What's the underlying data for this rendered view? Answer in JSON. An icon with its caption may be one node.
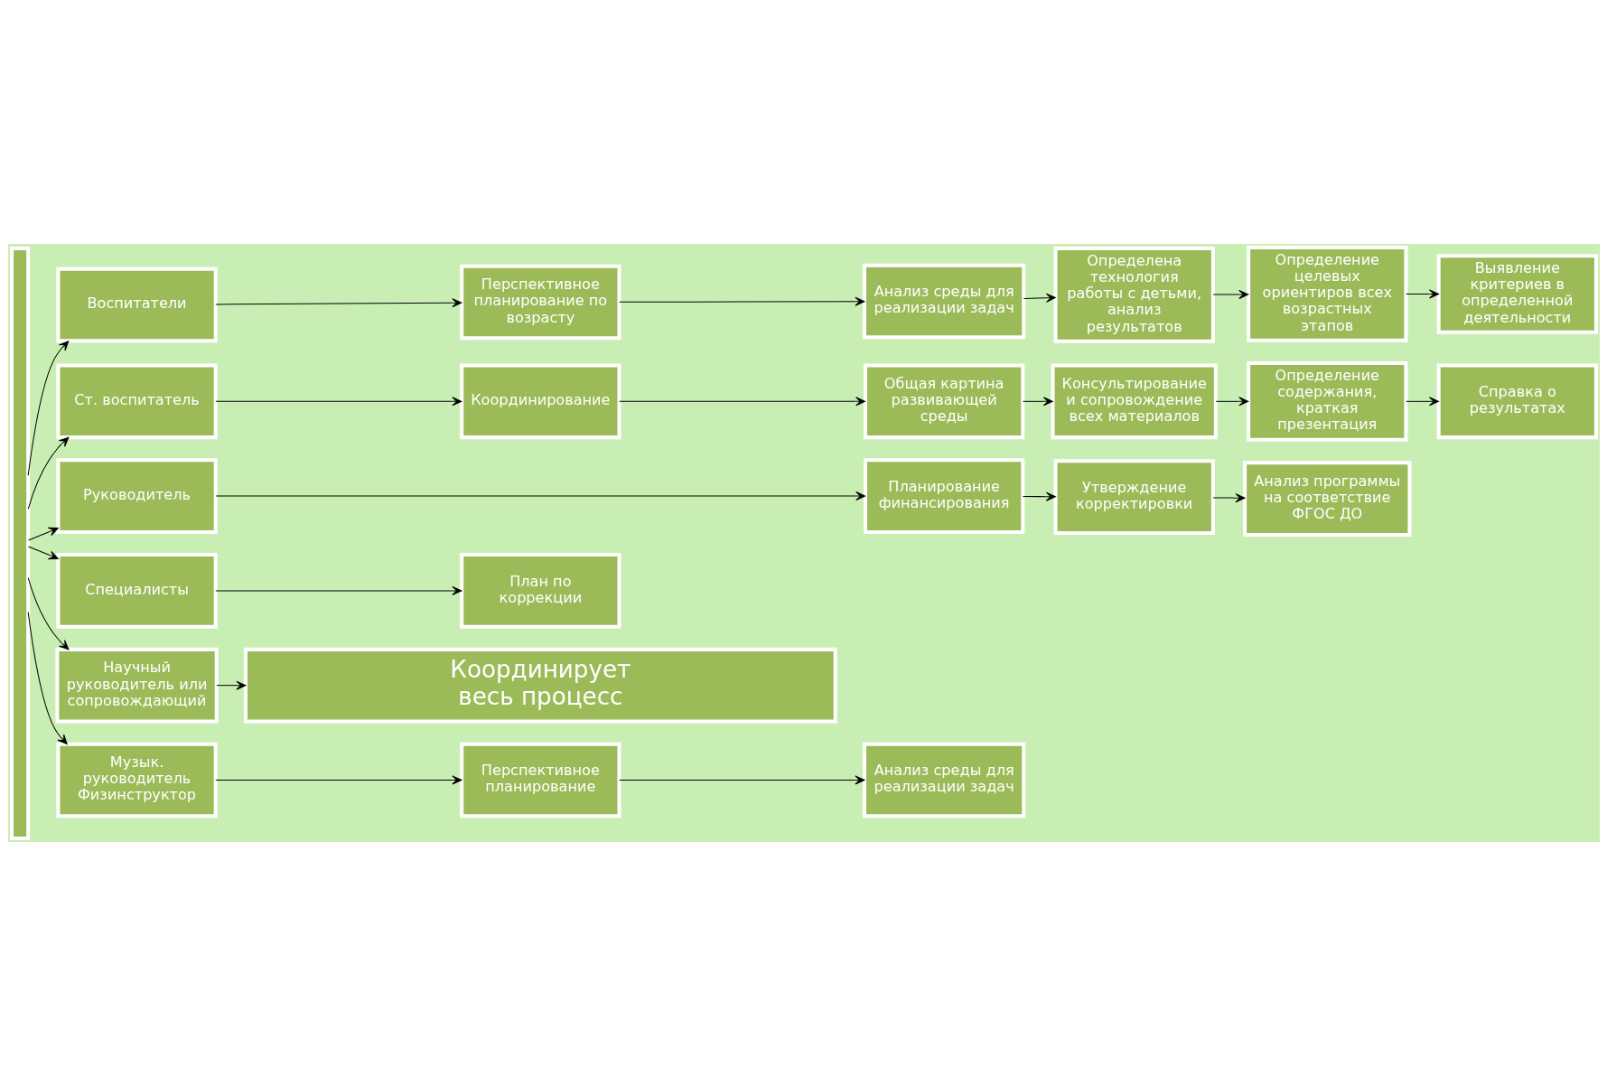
{
  "diagram": {
    "nodes": [
      {
        "text": [],
        "shape": "bar"
      },
      {
        "text": [
          "Воспитатели"
        ]
      },
      {
        "text": [
          "Перспективное планирование по возрасту"
        ]
      },
      {
        "text": [
          "Анализ среды для реализации задач"
        ]
      },
      {
        "text": [
          "Определена технология работы с детьми, анализ результатов"
        ]
      },
      {
        "text": [
          "Определение целевых ориентиров всех возрастных этапов"
        ]
      },
      {
        "text": [
          "Выявление критериев в определенной деятельности"
        ]
      },
      {
        "text": [
          "Ст. воспитатель"
        ]
      },
      {
        "text": [
          "Координирование"
        ]
      },
      {
        "text": [
          "Общая картина развивающей среды"
        ]
      },
      {
        "text": [
          "Консультирование и сопровождение всех материалов"
        ]
      },
      {
        "text": [
          "Определение содержания, краткая презентация"
        ]
      },
      {
        "text": [
          "Справка о результатах"
        ]
      },
      {
        "text": [
          "Руководитель"
        ]
      },
      {
        "text": [
          "Планирование финансирования"
        ]
      },
      {
        "text": [
          "Утверждение корректировки"
        ]
      },
      {
        "text": [
          "Анализ программы на соответствие ФГОС ДО"
        ]
      },
      {
        "text": [
          "Специалисты"
        ]
      },
      {
        "text": [
          "План по коррекции"
        ]
      },
      {
        "text": [
          "Научный руководитель или сопровождающий"
        ]
      },
      {
        "text": [
          "Координирует весь процесс"
        ]
      },
      {
        "text": [
          "Музык. руководитель Физинструктор"
        ]
      },
      {
        "text": [
          "Перспективное планирование"
        ]
      },
      {
        "text": [
          "Анализ среды для реализации задач"
        ]
      }
    ],
    "edges": [
      {
        "from": 0,
        "to": 1,
        "arrow": "to"
      },
      {
        "from": 1,
        "to": 2,
        "arrow": "to"
      },
      {
        "from": 2,
        "to": 3,
        "arrow": "to"
      },
      {
        "from": 3,
        "to": 4,
        "arrow": "to"
      },
      {
        "from": 4,
        "to": 5,
        "arrow": "to"
      },
      {
        "from": 5,
        "to": 6,
        "arrow": "to"
      },
      {
        "from": 0,
        "to": 7,
        "arrow": "to"
      },
      {
        "from": 7,
        "to": 8,
        "arrow": "to"
      },
      {
        "from": 8,
        "to": 9,
        "arrow": "to"
      },
      {
        "from": 9,
        "to": 10,
        "arrow": "to"
      },
      {
        "from": 10,
        "to": 11,
        "arrow": "to"
      },
      {
        "from": 11,
        "to": 12,
        "arrow": "to"
      },
      {
        "from": 0,
        "to": 13,
        "arrow": "to"
      },
      {
        "from": 13,
        "to": 14,
        "arrow": "to"
      },
      {
        "from": 14,
        "to": 15,
        "arrow": "to"
      },
      {
        "from": 15,
        "to": 16,
        "arrow": "to"
      },
      {
        "from": 0,
        "to": 17,
        "arrow": "to"
      },
      {
        "from": 17,
        "to": 18,
        "arrow": "to"
      },
      {
        "from": 0,
        "to": 19,
        "arrow": "to"
      },
      {
        "from": 19,
        "to": 20,
        "arrow": "to"
      },
      {
        "from": 0,
        "to": 21,
        "arrow": "to"
      },
      {
        "from": 21,
        "to": 22,
        "arrow": "to"
      },
      {
        "from": 22,
        "to": 23,
        "arrow": "to"
      }
    ]
  }
}
